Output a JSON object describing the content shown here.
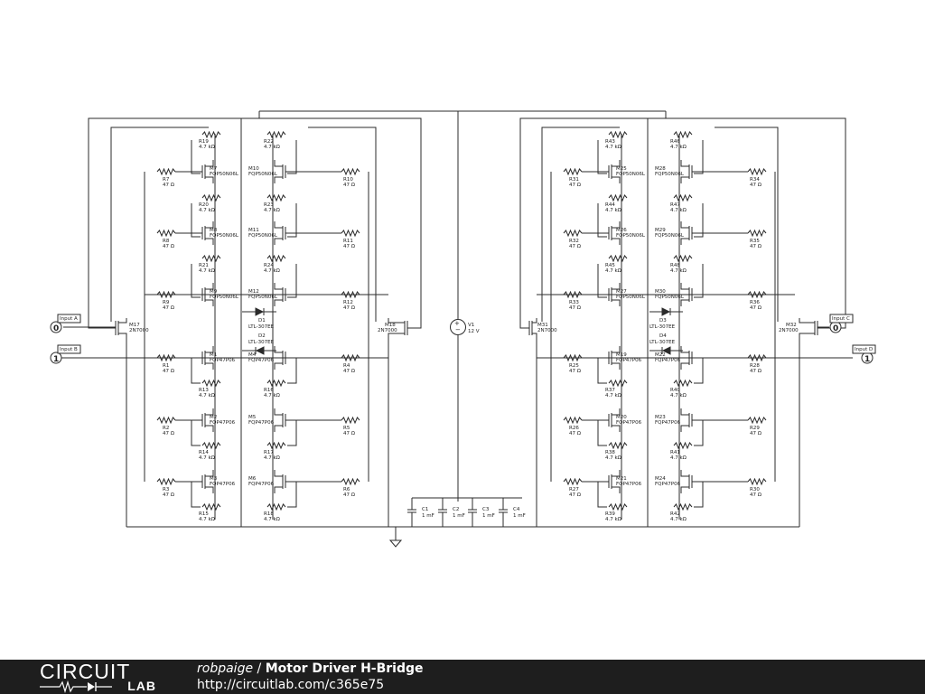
{
  "footer": {
    "logo_top": "CIRCUIT",
    "logo_bottom": "LAB",
    "author": "robpaige",
    "separator": " / ",
    "title": "Motor Driver H-Bridge",
    "url": "http://circuitlab.com/c365e75"
  },
  "inputs": {
    "a": {
      "label": "Input A",
      "value": "0"
    },
    "b": {
      "label": "Input B",
      "value": "1"
    },
    "c": {
      "label": "Input C",
      "value": "0"
    },
    "d": {
      "label": "Input D",
      "value": "1"
    }
  },
  "supply": {
    "name": "V1",
    "value": "12 V"
  },
  "left_bridge": {
    "resistors": [
      {
        "name": "R19",
        "value": "4.7 kΩ"
      },
      {
        "name": "R22",
        "value": "4.7 kΩ"
      },
      {
        "name": "R20",
        "value": "4.7 kΩ"
      },
      {
        "name": "R23",
        "value": "4.7 kΩ"
      },
      {
        "name": "R21",
        "value": "4.7 kΩ"
      },
      {
        "name": "R24",
        "value": "4.7 kΩ"
      },
      {
        "name": "R7",
        "value": "47 Ω"
      },
      {
        "name": "R10",
        "value": "47 Ω"
      },
      {
        "name": "R8",
        "value": "47 Ω"
      },
      {
        "name": "R11",
        "value": "47 Ω"
      },
      {
        "name": "R9",
        "value": "47 Ω"
      },
      {
        "name": "R12",
        "value": "47 Ω"
      },
      {
        "name": "R1",
        "value": "47 Ω"
      },
      {
        "name": "R4",
        "value": "47 Ω"
      },
      {
        "name": "R2",
        "value": "47 Ω"
      },
      {
        "name": "R5",
        "value": "47 Ω"
      },
      {
        "name": "R3",
        "value": "47 Ω"
      },
      {
        "name": "R6",
        "value": "47 Ω"
      },
      {
        "name": "R13",
        "value": "4.7 kΩ"
      },
      {
        "name": "R16",
        "value": "4.7 kΩ"
      },
      {
        "name": "R14",
        "value": "4.7 kΩ"
      },
      {
        "name": "R17",
        "value": "4.7 kΩ"
      },
      {
        "name": "R15",
        "value": "4.7 kΩ"
      },
      {
        "name": "R18",
        "value": "4.7 kΩ"
      }
    ],
    "mosfets": [
      {
        "name": "M7",
        "part": "FQP50N06L"
      },
      {
        "name": "M10",
        "part": "FQP50N06L"
      },
      {
        "name": "M8",
        "part": "FQP50N06L"
      },
      {
        "name": "M11",
        "part": "FQP50N06L"
      },
      {
        "name": "M9",
        "part": "FQP50N06L"
      },
      {
        "name": "M12",
        "part": "FQP50N06L"
      },
      {
        "name": "M1",
        "part": "FQP47P06"
      },
      {
        "name": "M4",
        "part": "FQP47P06"
      },
      {
        "name": "M2",
        "part": "FQP47P06"
      },
      {
        "name": "M5",
        "part": "FQP47P06"
      },
      {
        "name": "M3",
        "part": "FQP47P06"
      },
      {
        "name": "M6",
        "part": "FQP47P06"
      }
    ],
    "drivers": [
      {
        "name": "M17",
        "part": "2N7000"
      },
      {
        "name": "M18",
        "part": "2N7000"
      }
    ],
    "leds": [
      {
        "name": "D1",
        "part": "LTL-307EE"
      },
      {
        "name": "D2",
        "part": "LTL-307EE"
      }
    ]
  },
  "right_bridge": {
    "resistors": [
      {
        "name": "R43",
        "value": "4.7 kΩ"
      },
      {
        "name": "R46",
        "value": "4.7 kΩ"
      },
      {
        "name": "R44",
        "value": "4.7 kΩ"
      },
      {
        "name": "R47",
        "value": "4.7 kΩ"
      },
      {
        "name": "R45",
        "value": "4.7 kΩ"
      },
      {
        "name": "R48",
        "value": "4.7 kΩ"
      },
      {
        "name": "R31",
        "value": "47 Ω"
      },
      {
        "name": "R34",
        "value": "47 Ω"
      },
      {
        "name": "R32",
        "value": "47 Ω"
      },
      {
        "name": "R35",
        "value": "47 Ω"
      },
      {
        "name": "R33",
        "value": "47 Ω"
      },
      {
        "name": "R36",
        "value": "47 Ω"
      },
      {
        "name": "R25",
        "value": "47 Ω"
      },
      {
        "name": "R28",
        "value": "47 Ω"
      },
      {
        "name": "R26",
        "value": "47 Ω"
      },
      {
        "name": "R29",
        "value": "47 Ω"
      },
      {
        "name": "R27",
        "value": "47 Ω"
      },
      {
        "name": "R30",
        "value": "47 Ω"
      },
      {
        "name": "R37",
        "value": "4.7 kΩ"
      },
      {
        "name": "R40",
        "value": "4.7 kΩ"
      },
      {
        "name": "R38",
        "value": "4.7 kΩ"
      },
      {
        "name": "R41",
        "value": "4.7 kΩ"
      },
      {
        "name": "R39",
        "value": "4.7 kΩ"
      },
      {
        "name": "R42",
        "value": "4.7 kΩ"
      }
    ],
    "mosfets": [
      {
        "name": "M25",
        "part": "FQP50N06L"
      },
      {
        "name": "M28",
        "part": "FQP50N06L"
      },
      {
        "name": "M26",
        "part": "FQP50N06L"
      },
      {
        "name": "M29",
        "part": "FQP50N06L"
      },
      {
        "name": "M27",
        "part": "FQP50N06L"
      },
      {
        "name": "M30",
        "part": "FQP50N06L"
      },
      {
        "name": "M19",
        "part": "FQP47P06"
      },
      {
        "name": "M22",
        "part": "FQP47P06"
      },
      {
        "name": "M20",
        "part": "FQP47P06"
      },
      {
        "name": "M23",
        "part": "FQP47P06"
      },
      {
        "name": "M21",
        "part": "FQP47P06"
      },
      {
        "name": "M24",
        "part": "FQP47P06"
      }
    ],
    "drivers": [
      {
        "name": "M31",
        "part": "2N7000"
      },
      {
        "name": "M32",
        "part": "2N7000"
      }
    ],
    "leds": [
      {
        "name": "D3",
        "part": "LTL-307EE"
      },
      {
        "name": "D4",
        "part": "LTL-307EE"
      }
    ]
  },
  "capacitors": [
    {
      "name": "C1",
      "value": "1 mF"
    },
    {
      "name": "C2",
      "value": "1 mF"
    },
    {
      "name": "C3",
      "value": "1 mF"
    },
    {
      "name": "C4",
      "value": "1 mF"
    }
  ]
}
